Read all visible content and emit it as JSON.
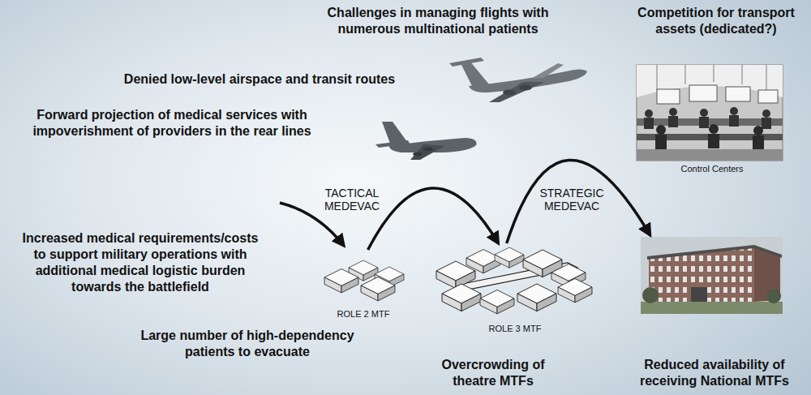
{
  "diagram": {
    "nodes": [
      {
        "text": [
          "Control Centers"
        ]
      },
      {
        "text": [
          "ROLE 2 MTF"
        ]
      },
      {
        "text": [
          "ROLE 3 MTF"
        ]
      },
      {
        "text": [
          "Reduced availability of receiving National MTFs"
        ]
      }
    ],
    "edges": [
      {
        "from": 1,
        "to": 2,
        "arrow": "to"
      },
      {
        "from": 2,
        "to": 3,
        "arrow": "to"
      }
    ],
    "labels": [
      "Challenges in managing flights with numerous multinational patients",
      "Competition for transport assets (dedicated?)",
      "Denied low-level airspace and transit routes",
      "Forward projection of medical services with impoverishment of providers in the rear lines",
      "TACTICAL MEDEVAC",
      "STRATEGIC MEDEVAC",
      "Increased medical requirements/costs to support military operations with additional medical logistic burden towards the battlefield",
      "Large number of high-dependency patients to evacuate",
      "Overcrowding of theatre MTFs"
    ]
  }
}
